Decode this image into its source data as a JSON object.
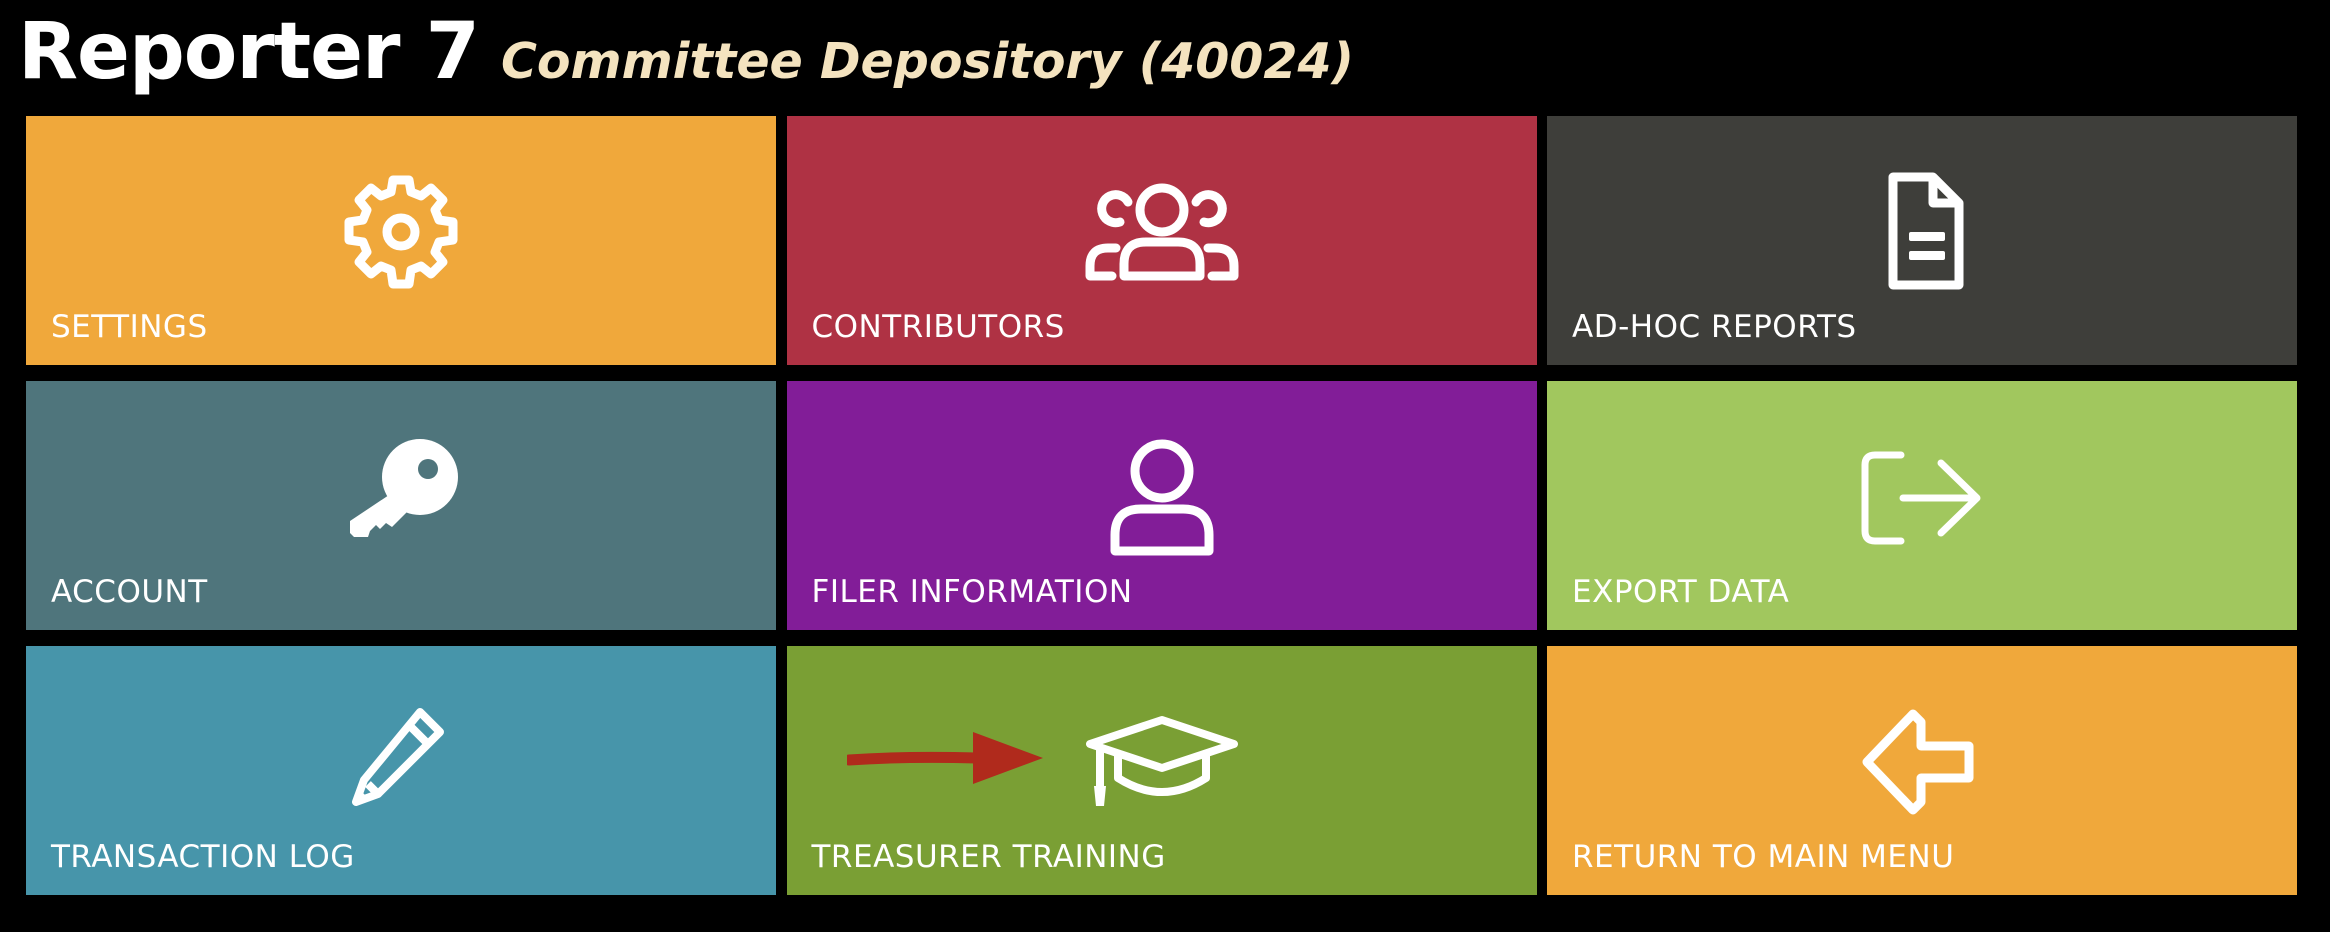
{
  "header": {
    "app_title": "Reporter 7",
    "committee": "Committee Depository (40024)"
  },
  "tiles": [
    {
      "label": "SETTINGS",
      "icon": "gear-icon",
      "color": "#F0A83B"
    },
    {
      "label": "CONTRIBUTORS",
      "icon": "users-icon",
      "color": "#AF3244"
    },
    {
      "label": "AD-HOC REPORTS",
      "icon": "document-icon",
      "color": "#3E3E3A"
    },
    {
      "label": "ACCOUNT",
      "icon": "key-icon",
      "color": "#4F757C"
    },
    {
      "label": "FILER INFORMATION",
      "icon": "user-icon",
      "color": "#821D98"
    },
    {
      "label": "EXPORT DATA",
      "icon": "sign-out-icon",
      "color": "#A1C75E"
    },
    {
      "label": "TRANSACTION LOG",
      "icon": "pencil-icon",
      "color": "#4795AA"
    },
    {
      "label": "TREASURER TRAINING",
      "icon": "graduation-cap-icon",
      "color": "#7A9F34"
    },
    {
      "label": "RETURN TO MAIN MENU",
      "icon": "arrow-left-icon",
      "color": "#F0A83B"
    }
  ],
  "annotation_arrow_color": "#B02A1C"
}
